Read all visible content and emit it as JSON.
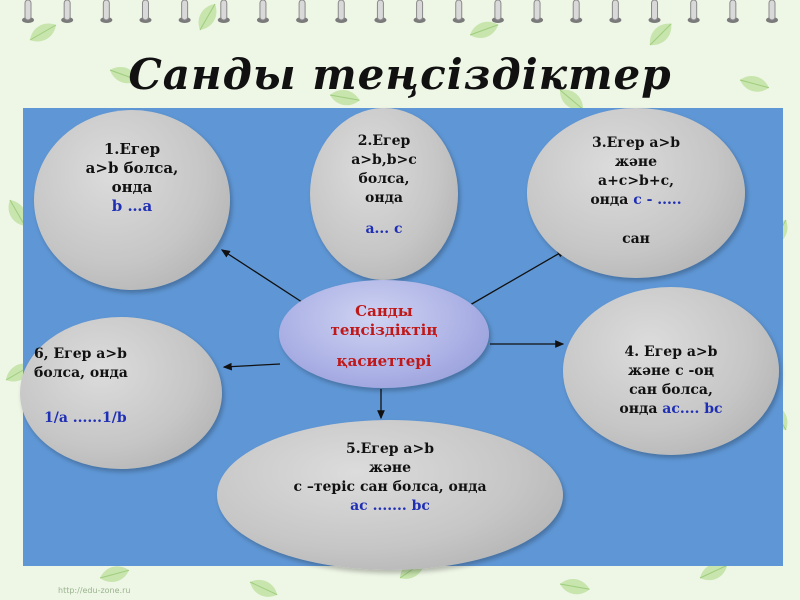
{
  "title": "Санды теңсіздіктер",
  "center": {
    "line1": "Санды",
    "line2": "теңсіздіктің",
    "line3": "қасиеттері"
  },
  "properties": [
    {
      "id": 1,
      "lines": [
        "1.Егер",
        "a>b болса,",
        "онда"
      ],
      "answer": "b …a"
    },
    {
      "id": 2,
      "lines": [
        "2.Егер",
        "a>b,b>c",
        "болса,",
        "онда"
      ],
      "answer": "a... c"
    },
    {
      "id": 3,
      "lines": [
        "3.Егер a>b",
        "және",
        "a+c>b+c,"
      ],
      "line_prefix": "онда",
      "answer": "c - .....",
      "tail": "сан"
    },
    {
      "id": 4,
      "lines": [
        "4.  Егер a>b",
        "және c -оң",
        "сан болса,"
      ],
      "line_prefix": "онда",
      "answer": "ac.... bc"
    },
    {
      "id": 5,
      "lines": [
        "5.Егер  a>b",
        "және",
        "c –теріс сан болса, онда"
      ],
      "answer": "ac  ....... bc"
    },
    {
      "id": 6,
      "lines": [
        "6, Егер a>b",
        "болса, онда"
      ],
      "answer": "1/a ......1/b"
    }
  ],
  "watermark": "http://edu-zone.ru",
  "colors": {
    "panel": "#5f97d6",
    "bubble": "#c6c6c6",
    "center": "#a9afe4",
    "answer": "#1f2fb5",
    "center_text": "#c01818"
  }
}
